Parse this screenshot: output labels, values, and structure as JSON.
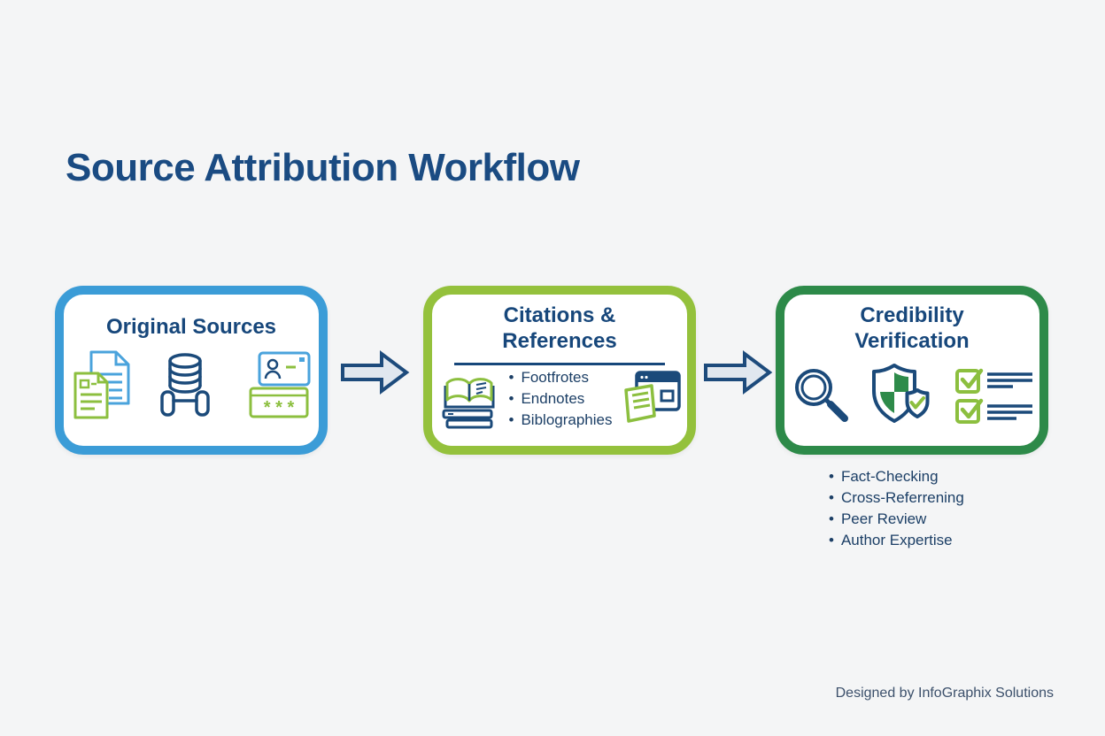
{
  "title": "Source Attribution Workflow",
  "boxes": [
    {
      "name": "original-sources",
      "title_lines": [
        "Original Sources"
      ],
      "border_color": "#3b9cd7",
      "icons": [
        "stacked-documents-icon",
        "database-icon",
        "id-card-icon"
      ]
    },
    {
      "name": "citations-references",
      "title_lines": [
        "Citations &",
        "References"
      ],
      "border_color": "#94c13c",
      "bullets": [
        "Footfrotes",
        "Endnotes",
        "Biblographies"
      ],
      "icons": [
        "open-book-stack-icon",
        "browser-note-icon"
      ]
    },
    {
      "name": "credibility-verification",
      "title_lines": [
        "Credibility",
        "Verification"
      ],
      "border_color": "#2d8a49",
      "icons": [
        "magnifier-icon",
        "shield-check-icon",
        "checklist-icon"
      ],
      "bullets_below": [
        "Fact-Checking",
        "Cross-Referrening",
        "Peer Review",
        "Author Expertise"
      ]
    }
  ],
  "arrows": [
    "arrow-right-icon",
    "arrow-right-icon"
  ],
  "footer": {
    "credit": "Designed by InfoGraphix Solutions"
  },
  "colors": {
    "background": "#f4f5f6",
    "heading_navy": "#1a4b82",
    "box_fill": "#ffffff",
    "blue_border": "#3b9cd7",
    "light_green_border": "#94c13c",
    "dark_green_border": "#2d8a49",
    "arrow_fill": "#e0e7ef",
    "arrow_stroke": "#1d4b7c",
    "icon_blue": "#4aa3dc",
    "icon_navy": "#1b4a7a",
    "icon_green": "#8cbf3f",
    "icon_dark_green": "#2e8b4a",
    "bullet_text_navy": "#1c3f66",
    "footer_text": "#3c506b"
  }
}
